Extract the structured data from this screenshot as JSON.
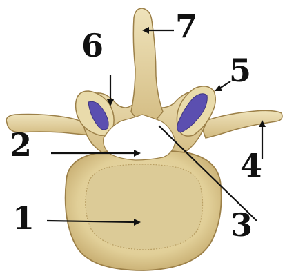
{
  "labels": {
    "one": "1",
    "two": "2",
    "three": "3",
    "four": "4",
    "five": "5",
    "six": "6",
    "seven": "7"
  },
  "colors": {
    "bone": "#e6d6a6",
    "bone_shadow": "#b89e62",
    "bone_outline": "#9c8048",
    "body_inner": "#dccb97",
    "cartilage": "#5b4fb0",
    "foramen": "#ffffff",
    "ink": "#111111"
  },
  "icons": [
    "lumbar-vertebra-illustration"
  ]
}
